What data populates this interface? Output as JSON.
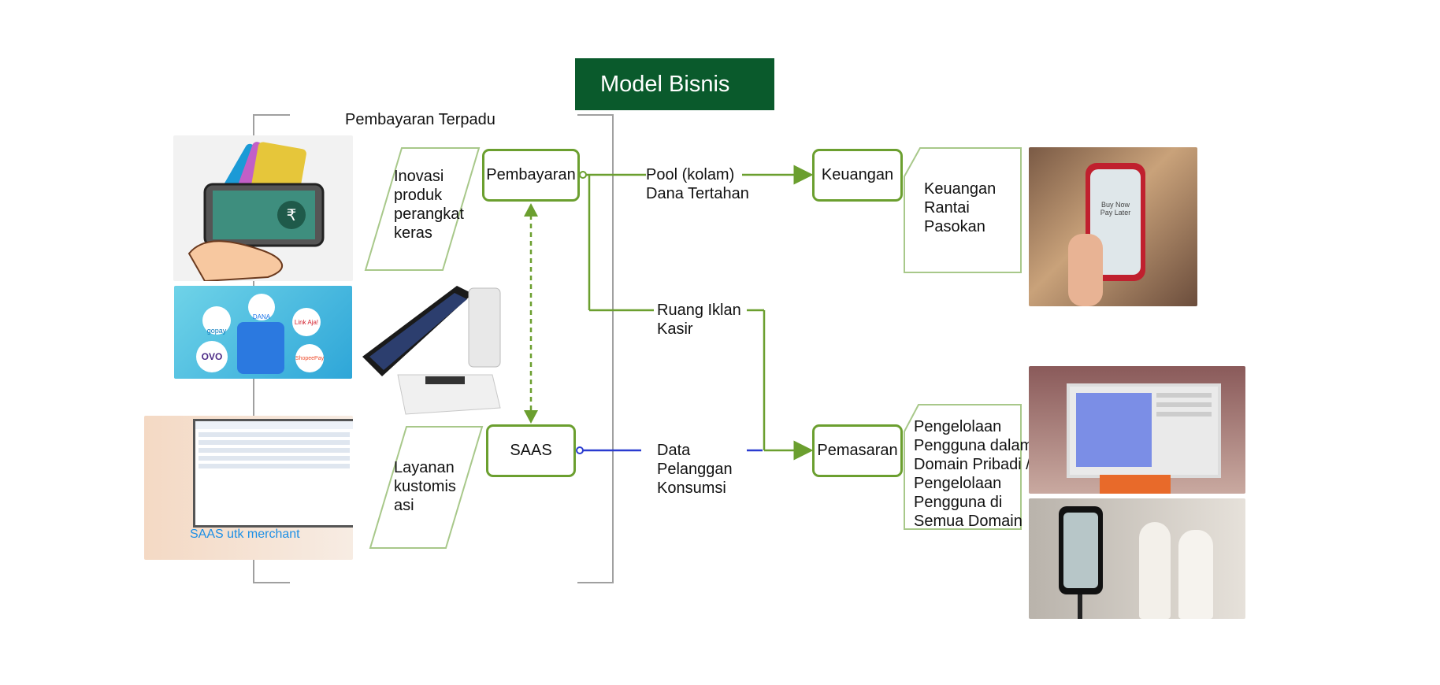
{
  "title": "Model Bisnis",
  "header_label": "Pembayaran Terpadu",
  "nodes": {
    "pembayaran": "Pembayaran",
    "saas": "SAAS",
    "keuangan": "Keuangan",
    "pemasaran": "Pemasaran"
  },
  "parallelograms": {
    "inovasi": [
      "Inovasi",
      "produk",
      "perangkat",
      "keras"
    ],
    "layanan": [
      "Layanan",
      "kustomis",
      "asi"
    ],
    "keuangan_rantai": [
      "Keuangan",
      "Rantai",
      "Pasokan"
    ],
    "pengelolaan": [
      "Pengelolaan",
      "Pengguna dalam",
      "Domain Pribadi /",
      "Pengelolaan",
      "Pengguna di",
      "Semua Domain"
    ]
  },
  "flow_labels": {
    "pool": [
      "Pool (kolam)",
      "Dana Tertahan"
    ],
    "ruang": [
      "Ruang Iklan",
      "Kasir"
    ],
    "data": [
      "Data",
      "Pelanggan",
      "Konsumsi"
    ]
  },
  "images": {
    "saas_caption": "SAAS  utk merchant",
    "ewallets": [
      "gopay",
      "DANA",
      "Link Aja!",
      "OVO",
      "ShopeePay"
    ],
    "phone_text": [
      "Buy Now",
      "Pay Later"
    ]
  },
  "colors": {
    "green": "#6b9f2f",
    "dark_green": "#0a5a2c",
    "blue": "#2a3bd0"
  }
}
